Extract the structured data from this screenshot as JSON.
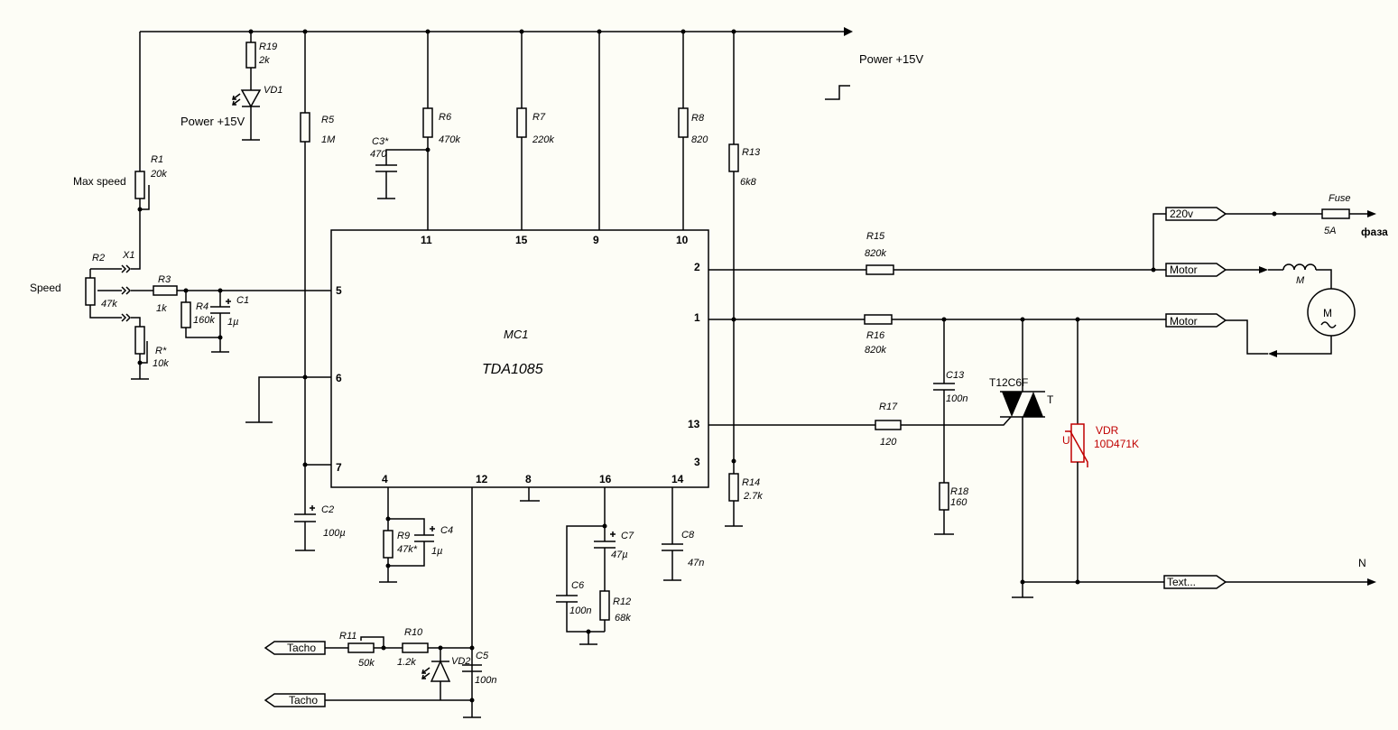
{
  "ic": {
    "ref": "MC1",
    "part": "TDA1085"
  },
  "pins": {
    "p11": "11",
    "p15": "15",
    "p9": "9",
    "p10": "10",
    "p5": "5",
    "p6": "6",
    "p7": "7",
    "p2": "2",
    "p1": "1",
    "p13": "13",
    "p3": "3",
    "p4": "4",
    "p12": "12",
    "p8": "8",
    "p16": "16",
    "p14": "14"
  },
  "power": {
    "main": "Power +15V",
    "led": "Power +15V"
  },
  "labels": {
    "max_speed": "Max speed",
    "speed": "Speed",
    "x1": "X1",
    "faza": "фаза",
    "n": "N",
    "triac_t": "T"
  },
  "components": {
    "r19": {
      "ref": "R19",
      "val": "2k"
    },
    "vd1": {
      "ref": "VD1"
    },
    "r5": {
      "ref": "R5",
      "val": "1M"
    },
    "r6": {
      "ref": "R6",
      "val": "470k"
    },
    "c3": {
      "ref": "C3*",
      "val": "470"
    },
    "r7": {
      "ref": "R7",
      "val": "220k"
    },
    "r8": {
      "ref": "R8",
      "val": "820"
    },
    "r13": {
      "ref": "R13",
      "val": "6k8"
    },
    "r1": {
      "ref": "R1",
      "val": "20k"
    },
    "r2": {
      "ref": "R2",
      "val": "47k"
    },
    "r3": {
      "ref": "R3",
      "val": "1k"
    },
    "r4": {
      "ref": "R4",
      "val": "160k"
    },
    "c1": {
      "ref": "C1",
      "val": "1µ"
    },
    "rstar": {
      "ref": "R*",
      "val": "10k"
    },
    "c2": {
      "ref": "C2",
      "val": "100µ"
    },
    "r9": {
      "ref": "R9",
      "val": "47k*"
    },
    "c4": {
      "ref": "C4",
      "val": "1µ"
    },
    "c7": {
      "ref": "C7",
      "val": "47µ"
    },
    "c6": {
      "ref": "C6",
      "val": "100n"
    },
    "r12": {
      "ref": "R12",
      "val": "68k"
    },
    "c8": {
      "ref": "C8",
      "val": "47n"
    },
    "r14": {
      "ref": "R14",
      "val": "2.7k"
    },
    "r11": {
      "ref": "R11",
      "val": "50k"
    },
    "r10": {
      "ref": "R10",
      "val": "1.2k"
    },
    "vd2": {
      "ref": "VD2"
    },
    "c5": {
      "ref": "C5",
      "val": "100n"
    },
    "r15": {
      "ref": "R15",
      "val": "820k"
    },
    "r16": {
      "ref": "R16",
      "val": "820k"
    },
    "c13": {
      "ref": "C13",
      "val": "100n"
    },
    "r17": {
      "ref": "R17",
      "val": "120"
    },
    "r18": {
      "ref": "R18",
      "val": "160"
    },
    "triac": {
      "ref": "T12C6F"
    },
    "vdr": {
      "ref": "VDR",
      "val": "10D471K",
      "u": "U"
    },
    "fuse": {
      "ref": "Fuse",
      "val": "5A"
    },
    "motor": {
      "ref": "M",
      "sym": "M"
    }
  },
  "connectors": {
    "c220": "220v",
    "motor1": "Motor",
    "motor2": "Motor",
    "text": "Text...",
    "tacho1": "Tacho",
    "tacho2": "Tacho"
  },
  "colors": {
    "wire": "#000000",
    "vdr": "#c00000",
    "background": "#fdfdf6"
  }
}
